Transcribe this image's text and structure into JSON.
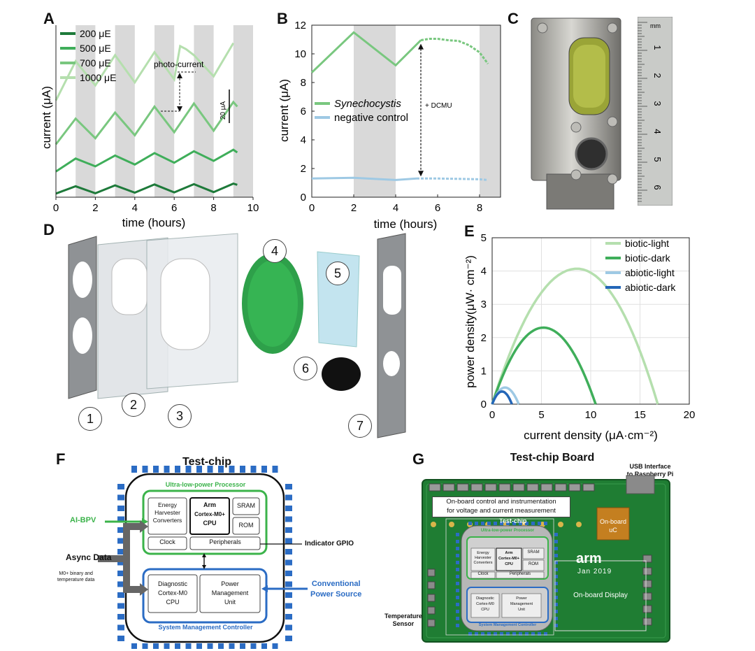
{
  "panel_labels": {
    "A": "A",
    "B": "B",
    "C": "C",
    "D": "D",
    "E": "E",
    "F": "F",
    "G": "G"
  },
  "colors": {
    "dark_green": "#1e7a3a",
    "green": "#3fae5a",
    "mid_green": "#79c77f",
    "light_green": "#b5dfae",
    "light_blue": "#9ec9e4",
    "blue": "#2366b8",
    "shade": "#d9d9d9",
    "chip_green": "#3bb34a",
    "chip_blue": "#2b6cc4",
    "pcb": "#1f7d33"
  },
  "chart_data": [
    {
      "panel": "A",
      "type": "line",
      "xlabel": "time (hours)",
      "ylabel": "current (μA)",
      "xlim": [
        0,
        10
      ],
      "xticks": [
        0,
        2,
        4,
        6,
        8,
        10
      ],
      "scale_bar": "20 μA",
      "annotation": "photo-current",
      "legend_position": "top-left",
      "dark_intervals": [
        [
          1,
          2
        ],
        [
          3,
          4
        ],
        [
          5,
          6
        ],
        [
          7,
          8
        ],
        [
          9,
          10
        ]
      ],
      "series": [
        {
          "name": "200 μE",
          "color": "#1e7a3a",
          "x": [
            0,
            1,
            2,
            3,
            4,
            5,
            6,
            7,
            8,
            9,
            9.2
          ],
          "y": [
            1.2,
            3.6,
            1.3,
            3.9,
            1.5,
            4.2,
            1.6,
            4.3,
            1.7,
            4.5,
            4.1
          ]
        },
        {
          "name": "500 μE",
          "color": "#3fae5a",
          "x": [
            0,
            1,
            2,
            3,
            4,
            5,
            6,
            7,
            8,
            9,
            9.2
          ],
          "y": [
            8.5,
            12.8,
            10.2,
            13.8,
            10.8,
            14.6,
            11.4,
            15.2,
            12.0,
            15.7,
            14.8
          ]
        },
        {
          "name": "700 μE",
          "color": "#79c77f",
          "x": [
            0,
            1,
            2,
            3,
            4,
            5,
            6,
            7,
            8,
            9,
            9.2
          ],
          "y": [
            17.5,
            26.0,
            19.5,
            28.0,
            20.5,
            30.0,
            21.5,
            31.0,
            22.0,
            31.5,
            30.0
          ]
        },
        {
          "name": "1000 μE",
          "color": "#b5dfae",
          "x": [
            0,
            1,
            2,
            3,
            4,
            5,
            6,
            6.3,
            6.6,
            7,
            8,
            9
          ],
          "y": [
            32,
            45,
            37,
            47,
            38,
            48,
            39,
            50,
            49,
            47,
            40,
            51
          ]
        }
      ]
    },
    {
      "panel": "B",
      "type": "line",
      "xlabel": "time (hours)",
      "ylabel": "current (μA)",
      "xlim": [
        0,
        9
      ],
      "ylim": [
        0,
        12
      ],
      "xticks": [
        0,
        2,
        4,
        6,
        8
      ],
      "yticks": [
        0,
        2,
        4,
        6,
        8,
        10,
        12
      ],
      "annotation": "+ DCMU",
      "annotation_time": 5.2,
      "dark_intervals": [
        [
          2,
          4
        ],
        [
          8,
          9
        ]
      ],
      "legend_position": "middle-left",
      "series": [
        {
          "name": "Synechocystis",
          "color": "#79c77f",
          "x": [
            0,
            2,
            4,
            5.2,
            5.6,
            6,
            6.5,
            7,
            7.5,
            8,
            8.4
          ],
          "y": [
            8.7,
            11.5,
            9.2,
            10.95,
            11.05,
            11.05,
            10.95,
            10.9,
            10.6,
            10.1,
            9.3
          ]
        },
        {
          "name": "negative control",
          "color": "#9ec9e4",
          "x": [
            0,
            2,
            4,
            5,
            6,
            7,
            8,
            8.4
          ],
          "y": [
            1.3,
            1.35,
            1.2,
            1.3,
            1.3,
            1.28,
            1.25,
            1.2
          ]
        }
      ]
    },
    {
      "panel": "E",
      "type": "line",
      "xlabel": "current density (μA·cm⁻²)",
      "ylabel": "power density(μW· cm⁻²)",
      "xlim": [
        0,
        20
      ],
      "ylim": [
        0,
        5
      ],
      "xticks": [
        0,
        5,
        10,
        15,
        20
      ],
      "yticks": [
        0,
        1,
        2,
        3,
        4,
        5
      ],
      "grid": true,
      "legend_position": "top-right",
      "series": [
        {
          "name": "biotic-light",
          "color": "#b5dfae",
          "peak_x": 8.6,
          "peak_y": 4.07,
          "x_end": 16.8
        },
        {
          "name": "biotic-dark",
          "color": "#3fae5a",
          "peak_x": 5.2,
          "peak_y": 2.3,
          "x_end": 10.5
        },
        {
          "name": "abiotic-light",
          "color": "#9ec9e4",
          "peak_x": 1.3,
          "peak_y": 0.5,
          "x_end": 2.7
        },
        {
          "name": "abiotic-dark",
          "color": "#2366b8",
          "peak_x": 1.0,
          "peak_y": 0.38,
          "x_end": 2.0
        }
      ]
    }
  ],
  "panel_c": {
    "ruler_ticks": [
      "1",
      "2",
      "3",
      "4",
      "5",
      "6"
    ],
    "ruler_mm": "mm"
  },
  "panel_d": {
    "labels": [
      "1",
      "2",
      "3",
      "4",
      "5",
      "6",
      "7"
    ]
  },
  "panel_f": {
    "title": "Test-chip",
    "processor_label": "Ultra-low-power Processor",
    "energy_harvester": "Energy Harvester Converters",
    "cpu_line1": "Arm",
    "cpu_line2": "Cortex-M0+",
    "cpu_line3": "CPU",
    "sram": "SRAM",
    "rom": "ROM",
    "clock": "Clock",
    "peripherals": "Peripherals",
    "diag_line1": "Diagnostic",
    "diag_line2": "Cortex-M0",
    "diag_line3": "CPU",
    "power_mgmt_line1": "Power",
    "power_mgmt_line2": "Management",
    "power_mgmt_line3": "Unit",
    "smc_label": "System Management Controller",
    "aibpv": "AI-BPV",
    "async": "Async Data",
    "async_sub1": "M0+ binary and",
    "async_sub2": "temperature data",
    "indicator": "Indicator GPIO",
    "conv_line1": "Conventional",
    "conv_line2": "Power Source"
  },
  "panel_g": {
    "title": "Test-chip Board",
    "usb_line1": "USB Interface",
    "usb_line2": "to Raspberry Pi",
    "onboard_line1": "On-board control and instrumentation",
    "onboard_line2": "for voltage and current measurement",
    "testchip": "Test-chip",
    "display": "On-board Display",
    "uc_line1": "On-board",
    "uc_line2": "uC",
    "temp_line1": "Temperature",
    "temp_line2": "Sensor",
    "arm": "arm",
    "date": "Jan 2019"
  }
}
